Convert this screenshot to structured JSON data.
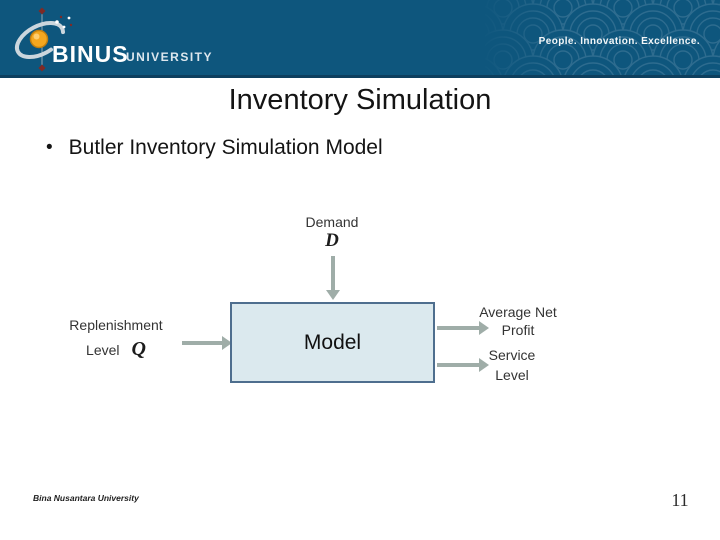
{
  "header": {
    "brand": "BINUS",
    "brand_suffix": "UNIVERSITY",
    "tagline": "People. Innovation. Excellence."
  },
  "slide": {
    "title": "Inventory Simulation",
    "bullet_marker": "•",
    "bullet_text": "Butler Inventory Simulation Model"
  },
  "diagram": {
    "input_top": {
      "label": "Demand",
      "symbol": "D"
    },
    "input_left": {
      "label_line1": "Replenishment",
      "label_line2": "Level",
      "symbol": "Q"
    },
    "process_box": {
      "label": "Model"
    },
    "output_top": {
      "line1": "Average Net",
      "line2": "Profit"
    },
    "output_bottom": {
      "line1": "Service",
      "line2": "Level"
    }
  },
  "footer": {
    "institution": "Bina Nusantara University",
    "page_number": "11"
  },
  "colors": {
    "header_bg": "#0E567D",
    "pattern_arc": "#2E6C8F",
    "box_fill": "#DBE9EE",
    "box_border": "#4E6E8E",
    "arrow": "#9FADA8",
    "logo_ball": "#F4A71F",
    "logo_ring": "#CBD6DD"
  }
}
